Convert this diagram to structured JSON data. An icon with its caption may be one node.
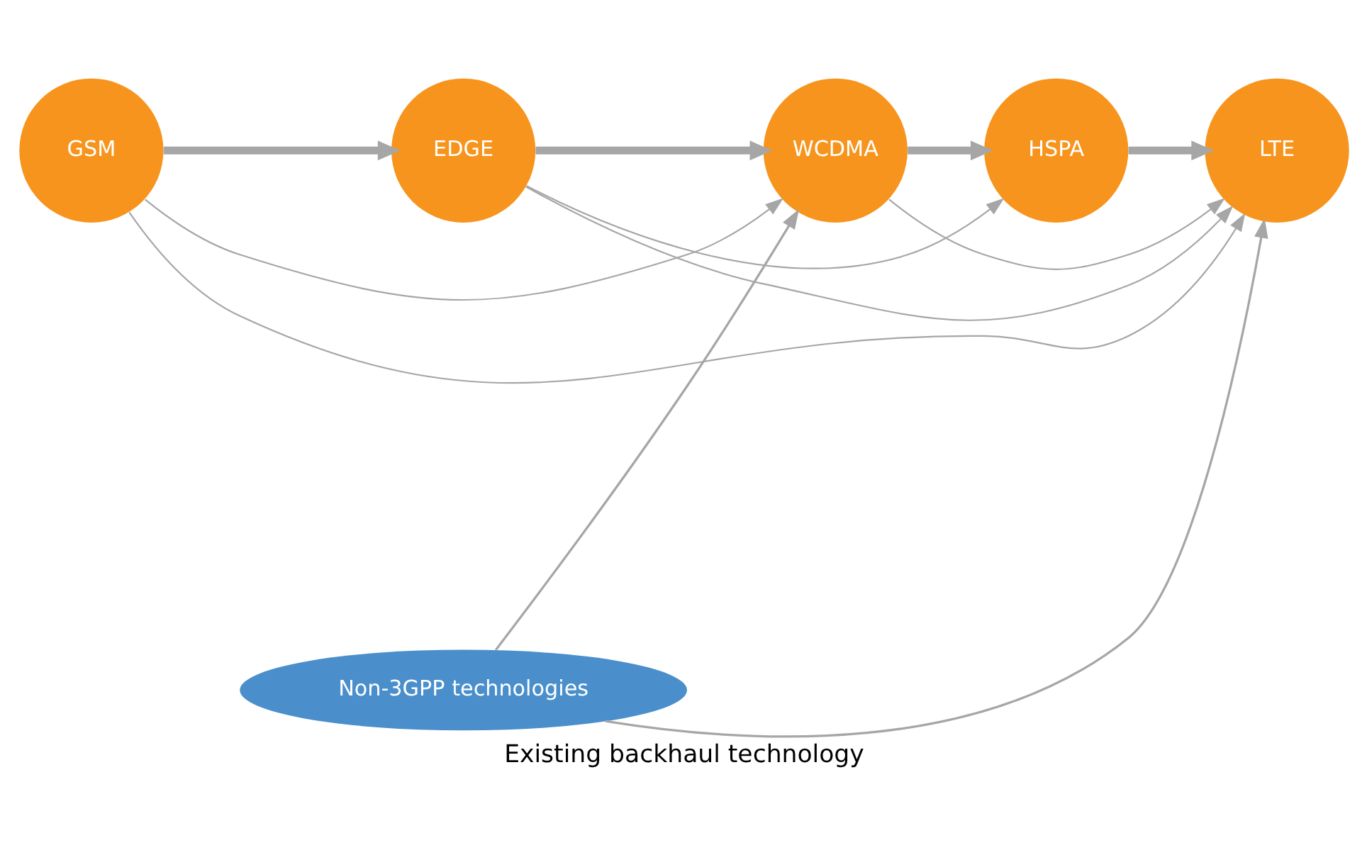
{
  "diagram": {
    "caption": "Existing backhaul technology",
    "nodes": [
      {
        "text": [
          "GSM"
        ]
      },
      {
        "text": [
          "EDGE"
        ]
      },
      {
        "text": [
          "WCDMA"
        ]
      },
      {
        "text": [
          "HSPA"
        ]
      },
      {
        "text": [
          "LTE"
        ]
      },
      {
        "text": [
          "Non-3GPP technologies"
        ]
      }
    ],
    "edges": [
      {
        "from": 0,
        "to": 1,
        "arrow": "to",
        "style": "thick"
      },
      {
        "from": 1,
        "to": 2,
        "arrow": "to",
        "style": "thick"
      },
      {
        "from": 2,
        "to": 3,
        "arrow": "to",
        "style": "thick"
      },
      {
        "from": 3,
        "to": 4,
        "arrow": "to",
        "style": "thick"
      },
      {
        "from": 0,
        "to": 4,
        "arrow": "to"
      },
      {
        "from": 1,
        "to": 4,
        "arrow": "to"
      },
      {
        "from": 1,
        "to": 3,
        "arrow": "to"
      },
      {
        "from": 0,
        "to": 2,
        "arrow": "to"
      },
      {
        "from": 2,
        "to": 4,
        "arrow": "to"
      },
      {
        "from": 5,
        "to": 2,
        "arrow": "to"
      },
      {
        "from": 5,
        "to": 4,
        "arrow": "to"
      }
    ]
  }
}
